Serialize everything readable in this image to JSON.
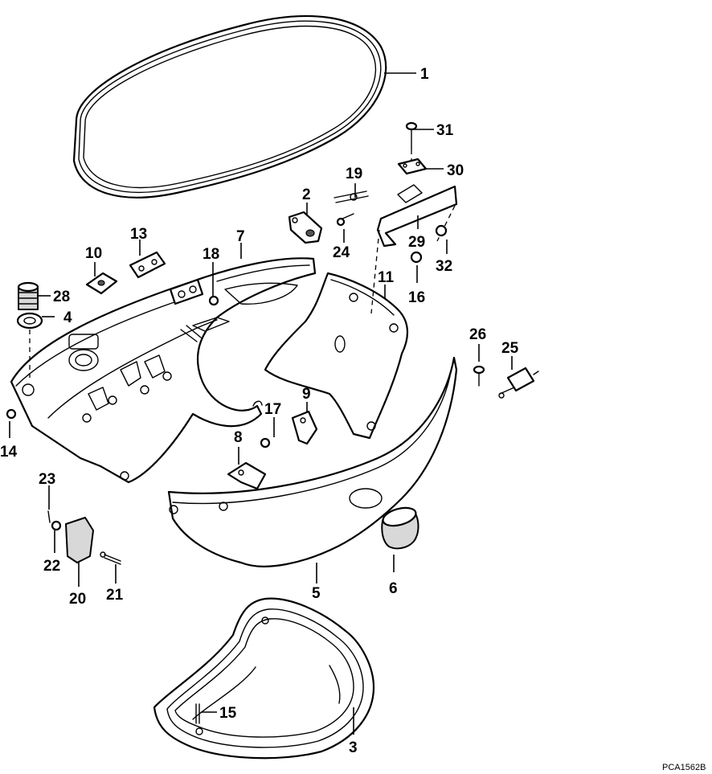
{
  "diagram": {
    "reference_code": "PCA1562B",
    "callouts": {
      "c1": "1",
      "c2": "2",
      "c3": "3",
      "c4": "4",
      "c5": "5",
      "c6": "6",
      "c7": "7",
      "c8": "8",
      "c9": "9",
      "c10": "10",
      "c11": "11",
      "c13": "13",
      "c14": "14",
      "c15": "15",
      "c16": "16",
      "c17": "17",
      "c18": "18",
      "c19": "19",
      "c20": "20",
      "c21": "21",
      "c22": "22",
      "c23": "23",
      "c24": "24",
      "c25": "25",
      "c26": "26",
      "c28": "28",
      "c29": "29",
      "c30": "30",
      "c31": "31",
      "c32": "32"
    }
  }
}
